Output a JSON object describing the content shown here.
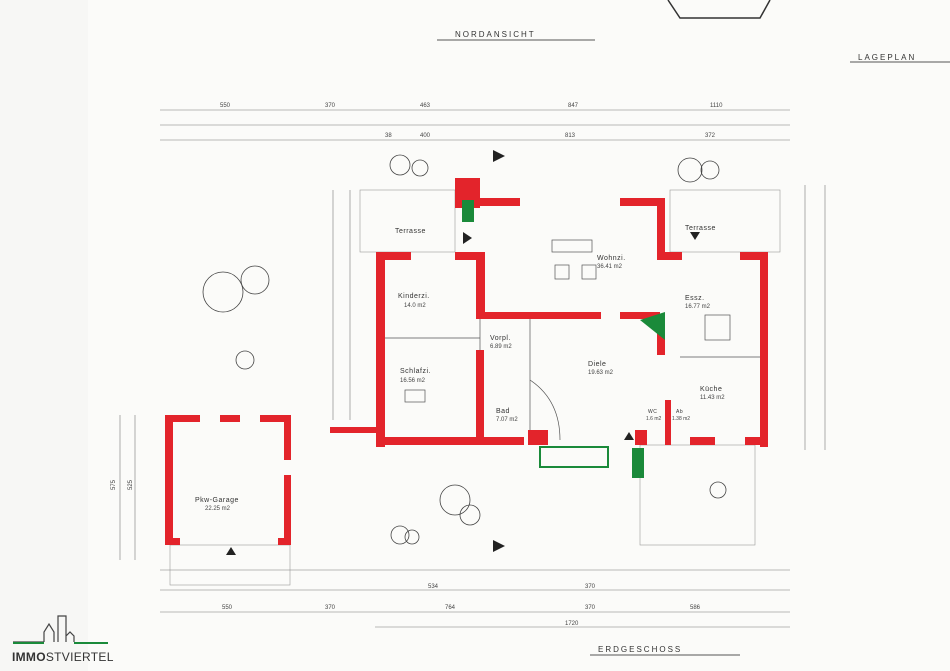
{
  "titles": {
    "north_view": "NORDANSICHT",
    "site_plan": "LAGEPLAN",
    "floor": "ERDGESCHOSS"
  },
  "rooms": [
    {
      "name": "Kinderzi.",
      "area": "14.0 m2"
    },
    {
      "name": "Schlafzi.",
      "area": "16.56 m2"
    },
    {
      "name": "Wohnzi.",
      "area": "36.41 m2"
    },
    {
      "name": "Essz.",
      "area": "16.77 m2"
    },
    {
      "name": "Küche",
      "area": "11.43 m2"
    },
    {
      "name": "Diele",
      "area": "19.63 m2"
    },
    {
      "name": "Vorpl.",
      "area": "6.89 m2"
    },
    {
      "name": "Bad",
      "area": "7.07 m2"
    },
    {
      "name": "WC",
      "area": "1.6 m2"
    },
    {
      "name": "Ab",
      "area": "1.38 m2"
    },
    {
      "name": "Pkw-Garage",
      "area": "22.25 m2"
    },
    {
      "name": "Terrasse"
    },
    {
      "name": "Terrasse"
    }
  ],
  "dimensions": {
    "top_row1": [
      "550",
      "370",
      "463",
      "847",
      "1110"
    ],
    "top_row3": [
      "38",
      "400",
      "813",
      "372"
    ],
    "bottom_row": [
      "550",
      "370",
      "764",
      "370",
      "586"
    ],
    "bottom_row2": [
      "534",
      "370"
    ],
    "total": "1720",
    "garage_left": [
      "525",
      "575"
    ]
  },
  "brand": {
    "bold": "IMMO",
    "rest": "STVIERTEL"
  },
  "colors": {
    "wall": "#e3242b",
    "green": "#1a8a3a",
    "line": "#555555"
  }
}
